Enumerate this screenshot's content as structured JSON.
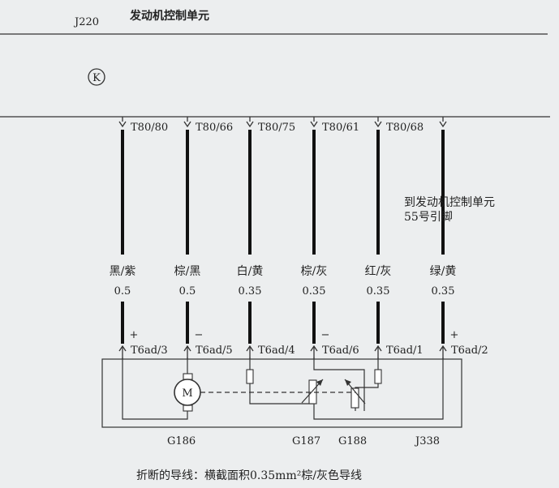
{
  "header": {
    "component_id": "J220",
    "title": "发动机控制单元"
  },
  "symbol": {
    "letter": "K",
    "icon": "k-in-circle-icon"
  },
  "wires": [
    {
      "top_pin": "T80/80",
      "color": "黑/紫",
      "size": "0.5",
      "bottom_pin": "T6ad/3",
      "polarity": "+"
    },
    {
      "top_pin": "T80/66",
      "color": "棕/黑",
      "size": "0.5",
      "bottom_pin": "T6ad/5",
      "polarity": "−"
    },
    {
      "top_pin": "T80/75",
      "color": "白/黄",
      "size": "0.35",
      "bottom_pin": "T6ad/4",
      "polarity": ""
    },
    {
      "top_pin": "T80/61",
      "color": "棕/灰",
      "size": "0.35",
      "bottom_pin": "T6ad/6",
      "polarity": "−"
    },
    {
      "top_pin": "T80/68",
      "color": "红/灰",
      "size": "0.35",
      "bottom_pin": "T6ad/1",
      "polarity": ""
    },
    {
      "top_pin": "",
      "color": "绿/黄",
      "size": "0.35",
      "bottom_pin": "T6ad/2",
      "polarity": "+"
    }
  ],
  "annotation": {
    "line1": "到发动机控制单元",
    "line2": "55号引脚"
  },
  "motor_label": "M",
  "component_labels": [
    "G186",
    "G187",
    "G188",
    "J338"
  ],
  "caption": "折断的导线：横截面积0.35mm²棕/灰色导线"
}
